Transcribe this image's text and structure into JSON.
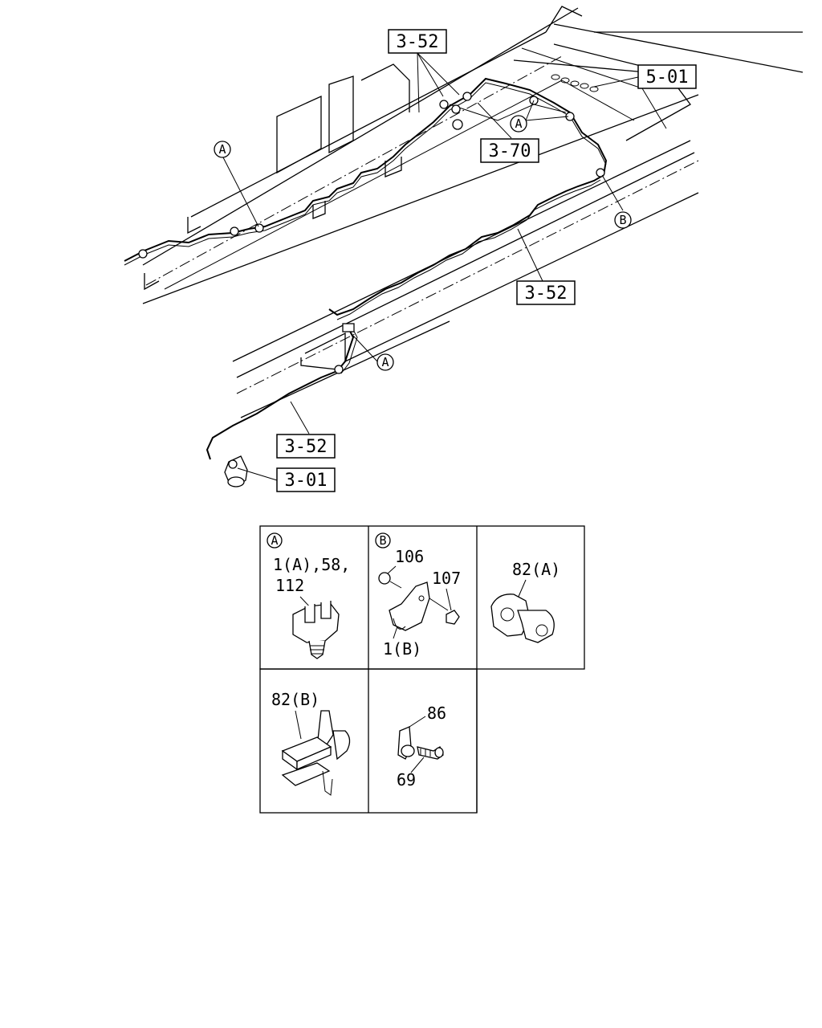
{
  "callouts": {
    "c1": "3-52",
    "c2": "5-01",
    "c3": "3-70",
    "c4": "3-52",
    "c5": "3-52",
    "c6": "3-01"
  },
  "markers": {
    "a1": "A",
    "a2": "A",
    "a3": "A",
    "b1": "B"
  },
  "details": {
    "A": {
      "tag": "A",
      "l1": "1(A),58,",
      "l2": "112"
    },
    "B": {
      "tag": "B",
      "p106": "106",
      "p107": "107",
      "p1b": "1(B)"
    },
    "C": {
      "p82a": "82(A)"
    },
    "D": {
      "p82b": "82(B)"
    },
    "E": {
      "p86": "86",
      "p69": "69"
    }
  }
}
